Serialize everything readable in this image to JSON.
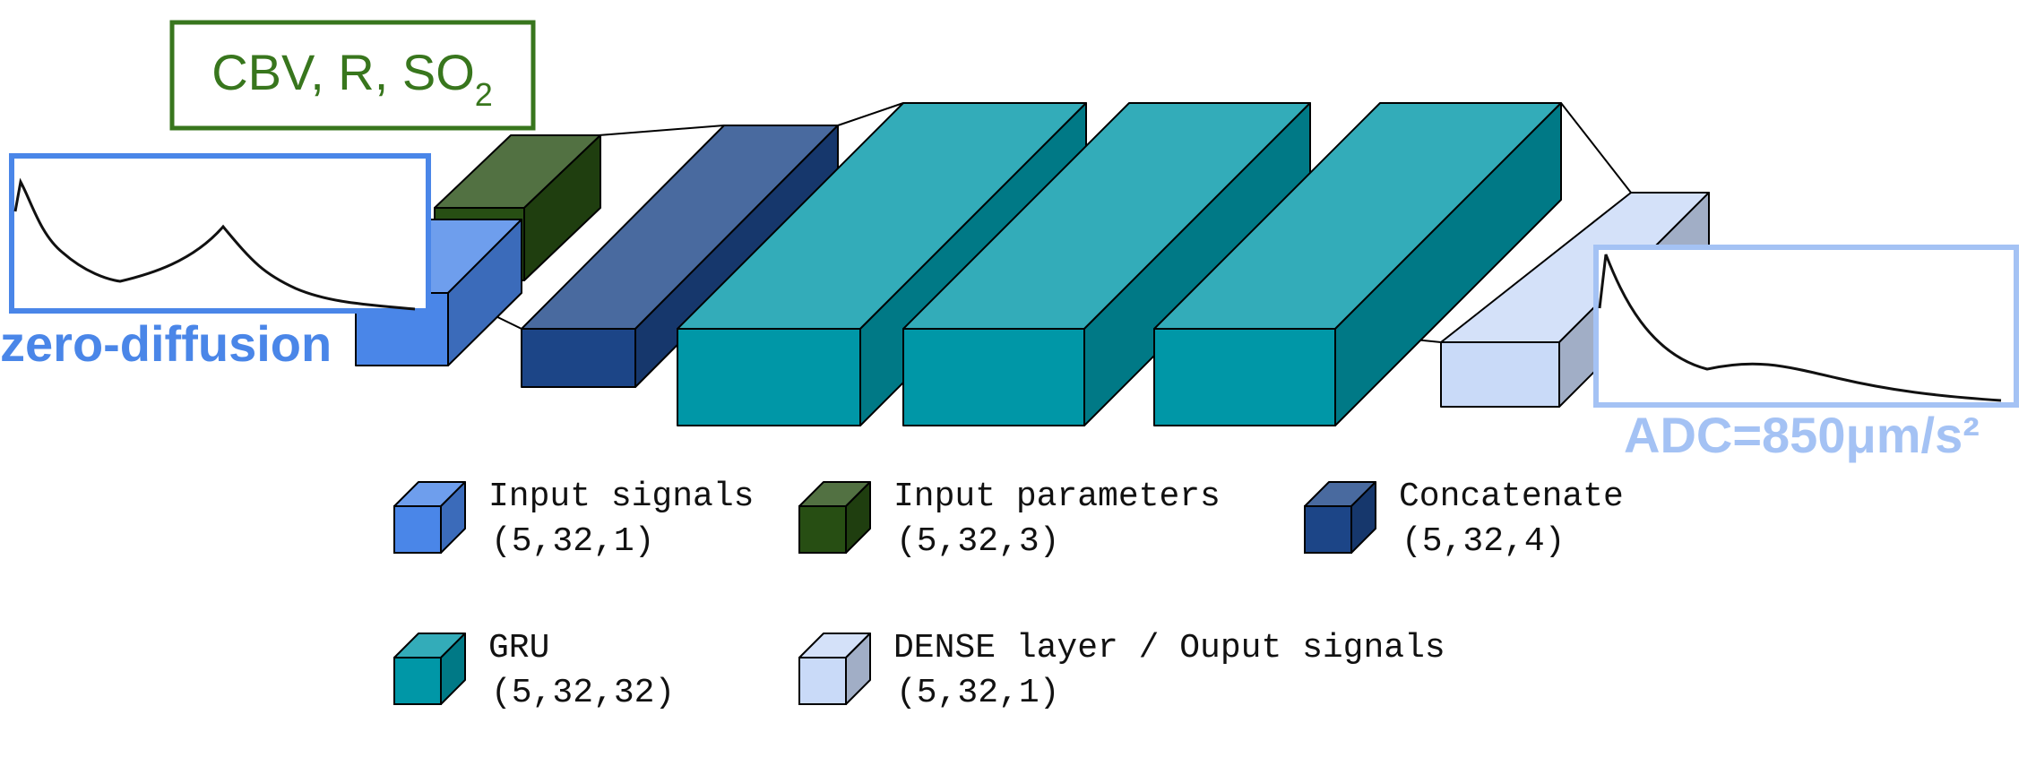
{
  "colors": {
    "input_signals": "#4a86e8",
    "input_params": "#274e13",
    "concatenate": "#1c4587",
    "gru": "#0097a7",
    "dense": "#c9daf8",
    "param_box": "#38761d",
    "input_box": "#4a86e8",
    "output_box": "#a4c2f4",
    "edge": "#000000"
  },
  "param_box": {
    "main": "CBV, R, SO",
    "sub": "2"
  },
  "input_label": "zero-diffusion",
  "output_label": "ADC=850μm/s²",
  "legend": [
    {
      "key": "input_signals",
      "name": "Input signals",
      "shape": "(5,32,1)"
    },
    {
      "key": "input_params",
      "name": "Input parameters",
      "shape": "(5,32,3)"
    },
    {
      "key": "concatenate",
      "name": "Concatenate",
      "shape": "(5,32,4)"
    },
    {
      "key": "gru",
      "name": "GRU",
      "shape": "(5,32,32)"
    },
    {
      "key": "dense",
      "name": "DENSE layer / Ouput signals",
      "shape": "(5,32,1)"
    }
  ]
}
